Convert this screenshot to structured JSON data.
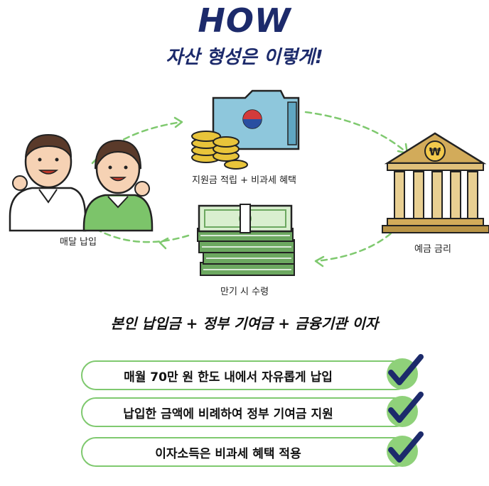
{
  "header": {
    "title": "HOW",
    "subtitle": "자산 형성은 이렇게!"
  },
  "cycle": {
    "steps": [
      {
        "label": "매달 납입",
        "icon": "people-icon"
      },
      {
        "label": "지원금 적립 + 비과세 혜택",
        "icon": "folder-coins-icon"
      },
      {
        "label": "예금 금리",
        "icon": "bank-icon"
      },
      {
        "label": "만기 시 수령",
        "icon": "cash-stack-icon"
      }
    ]
  },
  "formula": "본인 납입금 + 정부 기여금 + 금융기관 이자",
  "benefits": [
    {
      "text": "매월 70만 원 한도 내에서 자유롭게 납입",
      "icon": "check-icon"
    },
    {
      "text": "납입한 금액에 비례하여 정부 기여금 지원",
      "icon": "check-icon"
    },
    {
      "text": "이자소득은 비과세 혜택 적용",
      "icon": "check-icon"
    }
  ],
  "colors": {
    "title": "#1c2a6b",
    "arrow": "#7fc96f",
    "checkFill": "#8fd17a",
    "checkMark": "#1c2a6b",
    "folder": "#8ec7dc",
    "coin": "#e8c43a",
    "bank": "#d2ab5a",
    "cash": "#6ca860"
  }
}
